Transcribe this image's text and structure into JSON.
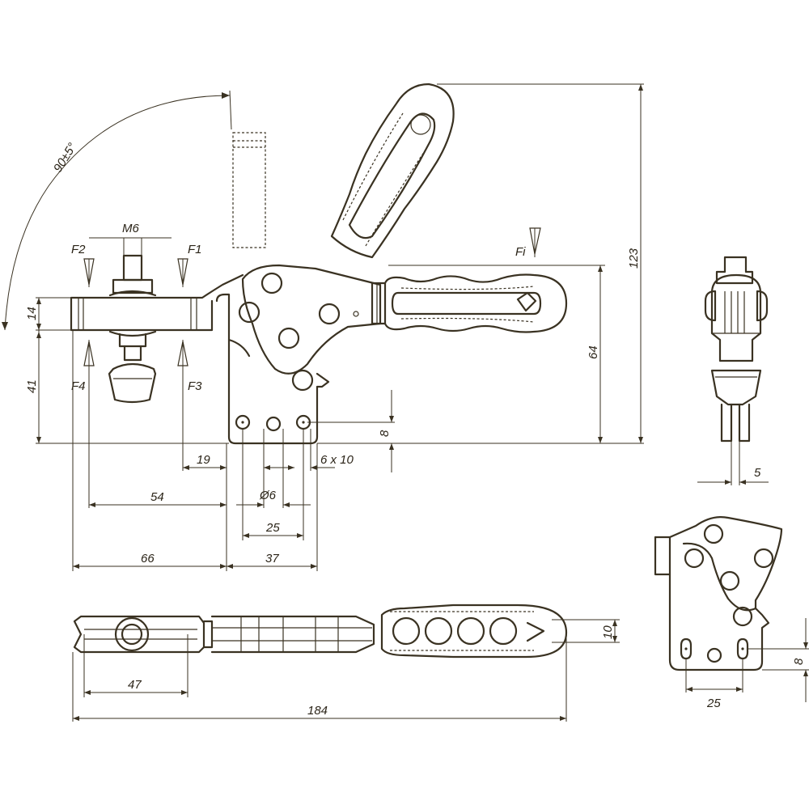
{
  "drawing": {
    "forces": {
      "f1": "F1",
      "f2": "F2",
      "f3": "F3",
      "f4": "F4",
      "fi": "Fi"
    },
    "thread": "M6",
    "angle": "90±5°",
    "dims": {
      "d14": "14",
      "d41": "41",
      "d64": "64",
      "d123": "123",
      "d8": "8",
      "d19": "19",
      "d54": "54",
      "d66": "66",
      "d37": "37",
      "d25": "25",
      "dia6": "Ø6",
      "slot": "6 x 10",
      "side5": "5",
      "top47": "47",
      "top184": "184",
      "top10": "10",
      "base25": "25",
      "base8": "8"
    }
  }
}
